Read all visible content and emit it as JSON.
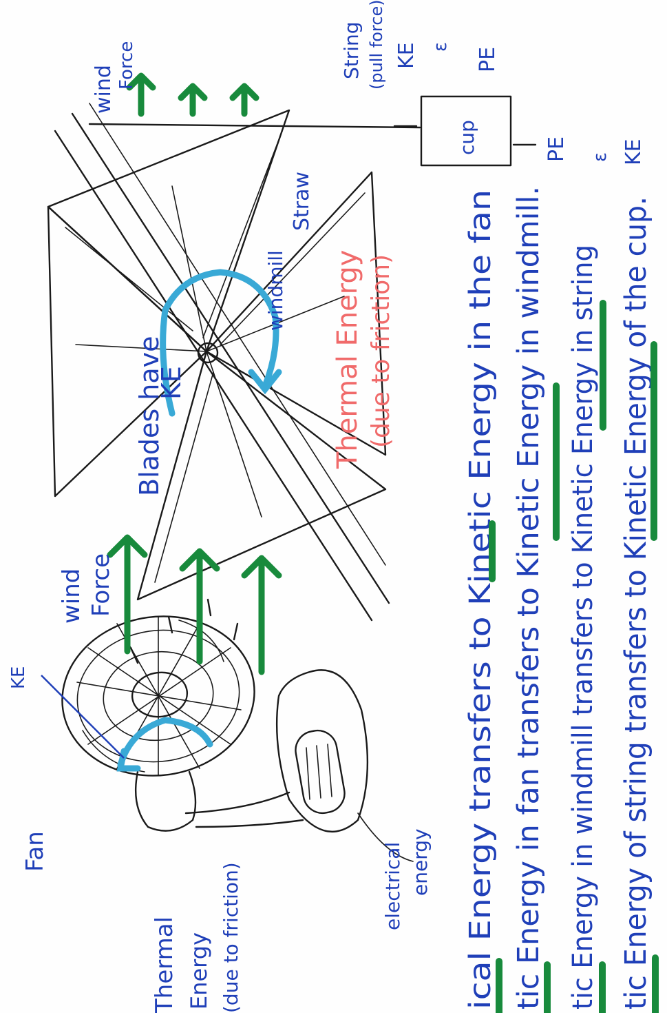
{
  "labels": {
    "fan": "Fan",
    "fan_ke": "KE",
    "thermal_fan": [
      "Thermal",
      "Energy",
      "(due to friction)"
    ],
    "electrical": [
      "electrical",
      "energy"
    ],
    "wind_force_left": [
      "wind",
      "Force"
    ],
    "wind_force_right": [
      "wind",
      "Force"
    ],
    "blades": [
      "Blades have",
      "KE"
    ],
    "windmill": "windmill",
    "thermal_windmill": [
      "Thermal Energy",
      "(due to friction)"
    ],
    "straw": "Straw",
    "string": [
      "String",
      "(pull force)"
    ],
    "string_energy": [
      "KE",
      "ε",
      "PE"
    ],
    "cup": "cup",
    "cup_energy": [
      "PE",
      "ε",
      "KE"
    ]
  },
  "sentences": [
    "ical Energy transfers to Kinetic Energy in the fan",
    "tic Energy in fan transfers to Kinetic Energy in windmill.",
    "tic Energy in windmill transfers to Kinetic Energy in string",
    "tic Energy of string transfers to Kinetic Energy of the cup."
  ],
  "colors": {
    "label_blue": "#1f3fb8",
    "highlight_green": "#188a3c",
    "rotation_cyan": "#39a9d6",
    "thermal_red": "#f06a6a",
    "sketch_black": "#1a1a1a"
  }
}
